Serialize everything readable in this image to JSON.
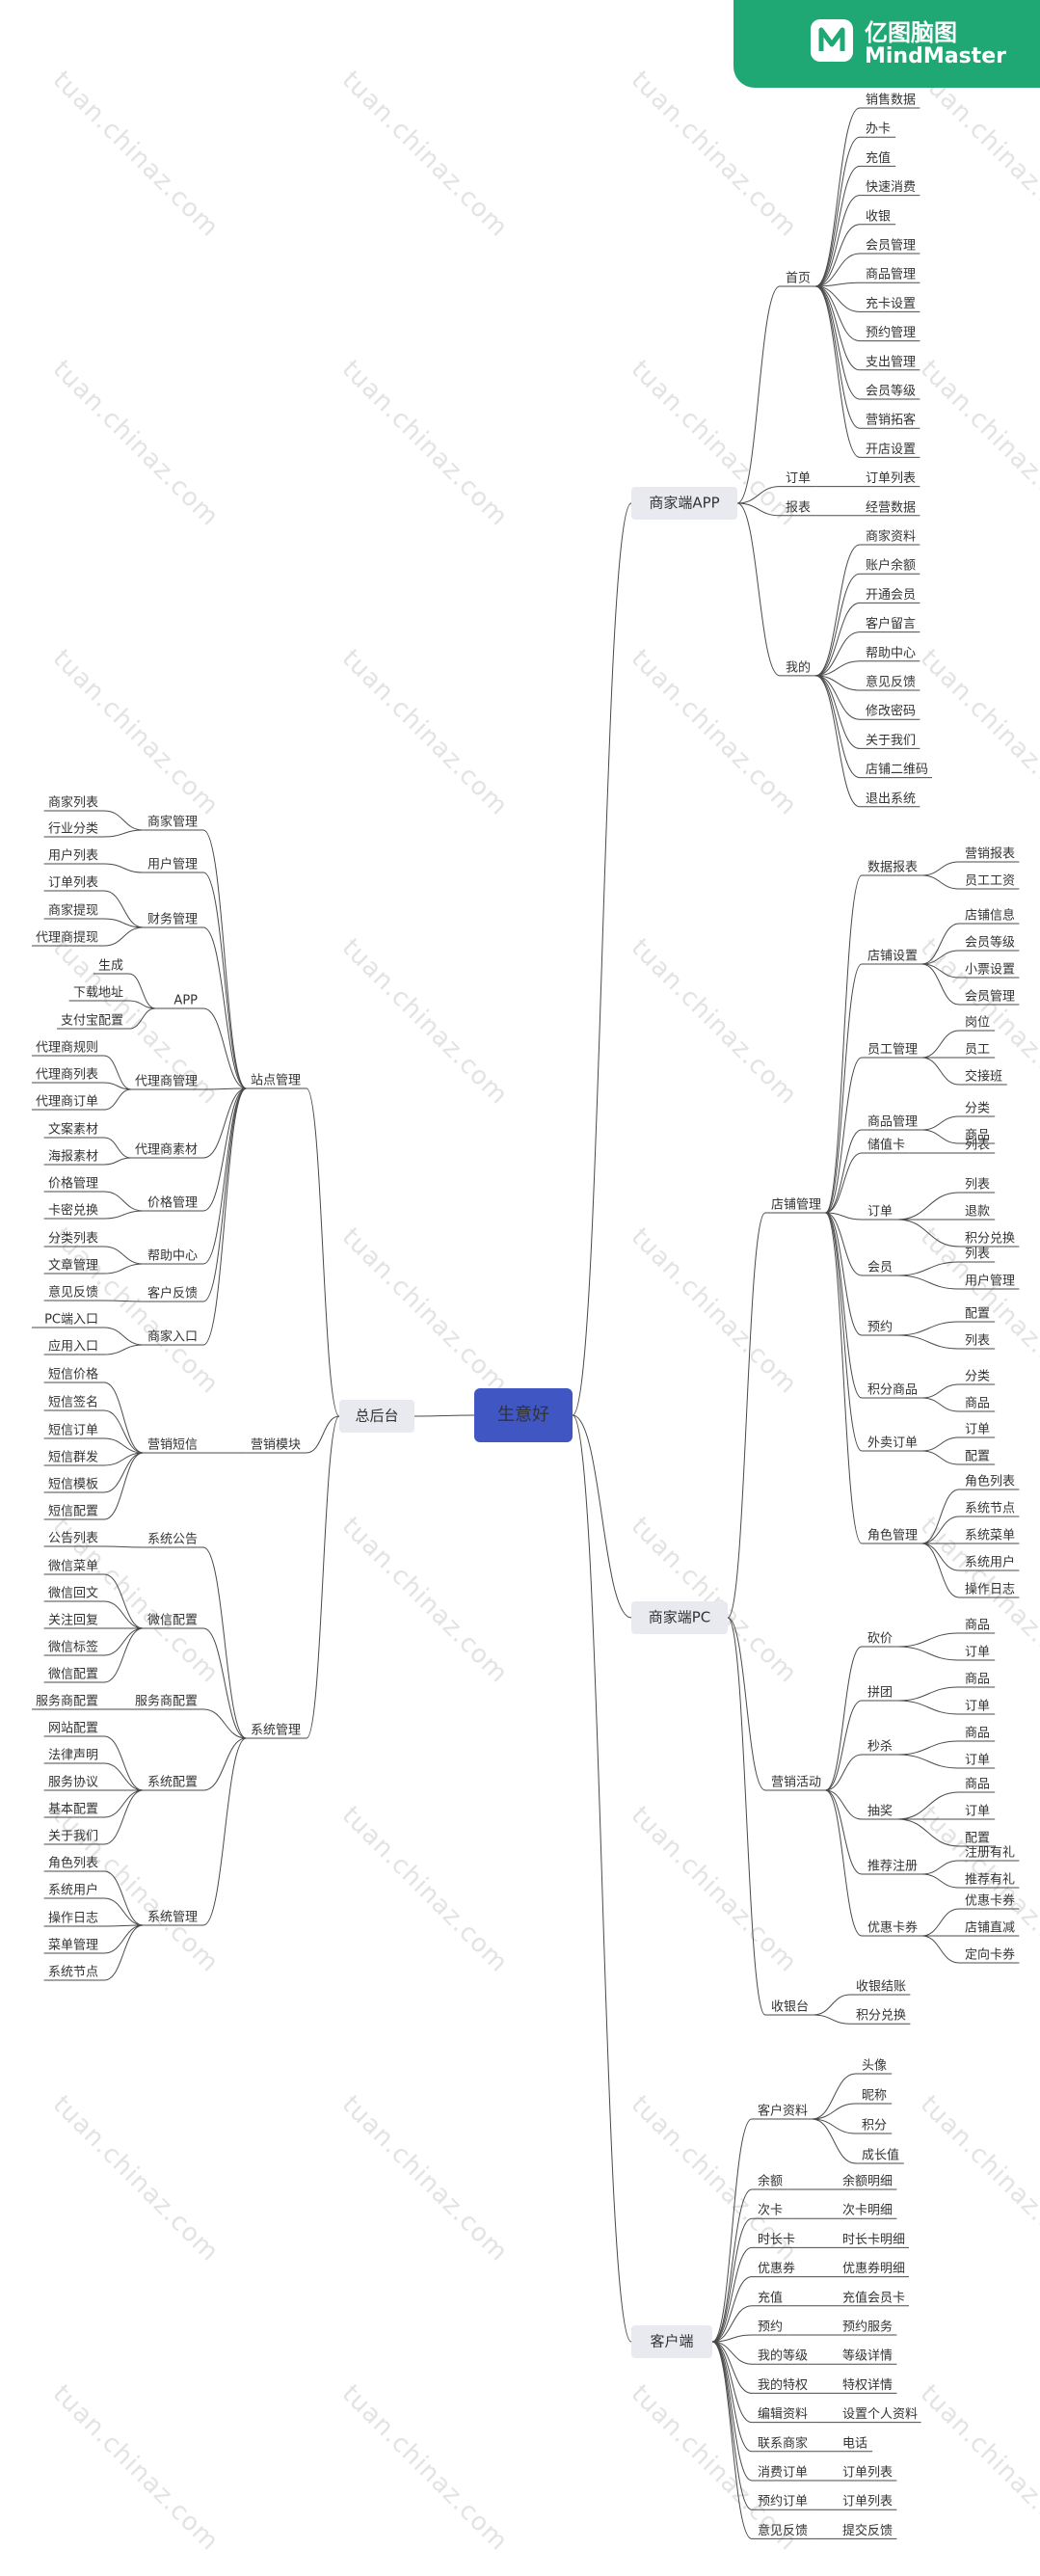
{
  "root": "生意好",
  "branches": [
    {
      "label": "商家端APP",
      "children": [
        {
          "label": "首页",
          "children": [
            "销售数据",
            "办卡",
            "充值",
            "快速消费",
            "收银",
            "会员管理",
            "商品管理",
            "充卡设置",
            "预约管理",
            "支出管理",
            "会员等级",
            "营销拓客",
            "开店设置"
          ]
        },
        {
          "label": "订单",
          "children": [
            "订单列表"
          ]
        },
        {
          "label": "报表",
          "children": [
            "经营数据"
          ]
        },
        {
          "label": "我的",
          "children": [
            "商家资料",
            "账户余额",
            "开通会员",
            "客户留言",
            "帮助中心",
            "意见反馈",
            "修改密码",
            "关于我们",
            "店铺二维码",
            "退出系统"
          ]
        }
      ]
    },
    {
      "label": "商家端PC",
      "children": [
        {
          "label": "店铺管理",
          "children": [
            {
              "label": "数据报表",
              "children": [
                "营销报表",
                "员工工资"
              ]
            },
            {
              "label": "店铺设置",
              "children": [
                "店铺信息",
                "会员等级",
                "小票设置",
                "会员管理"
              ]
            },
            {
              "label": "员工管理",
              "children": [
                "岗位",
                "员工",
                "交接班"
              ]
            },
            {
              "label": "商品管理",
              "children": [
                "分类",
                "商品"
              ]
            },
            {
              "label": "储值卡",
              "children": [
                "列表"
              ]
            },
            {
              "label": "订单",
              "children": [
                "列表",
                "退款",
                "积分兑换"
              ]
            },
            {
              "label": "会员",
              "children": [
                "列表",
                "用户管理"
              ]
            },
            {
              "label": "预约",
              "children": [
                "配置",
                "列表"
              ]
            },
            {
              "label": "积分商品",
              "children": [
                "分类",
                "商品"
              ]
            },
            {
              "label": "外卖订单",
              "children": [
                "订单",
                "配置"
              ]
            },
            {
              "label": "角色管理",
              "children": [
                "角色列表",
                "系统节点",
                "系统菜单",
                "系统用户",
                "操作日志"
              ]
            }
          ]
        },
        {
          "label": "营销活动",
          "children": [
            {
              "label": "砍价",
              "children": [
                "商品",
                "订单"
              ]
            },
            {
              "label": "拼团",
              "children": [
                "商品",
                "订单"
              ]
            },
            {
              "label": "秒杀",
              "children": [
                "商品",
                "订单"
              ]
            },
            {
              "label": "抽奖",
              "children": [
                "商品",
                "订单",
                "配置"
              ]
            },
            {
              "label": "推荐注册",
              "children": [
                "注册有礼",
                "推荐有礼"
              ]
            },
            {
              "label": "优惠卡券",
              "children": [
                "优惠卡券",
                "店铺直减",
                "定向卡券"
              ]
            }
          ]
        },
        {
          "label": "收银台",
          "children": [
            "收银结账",
            "积分兑换"
          ]
        }
      ]
    },
    {
      "label": "客户端",
      "children": [
        {
          "label": "客户资料",
          "children": [
            "头像",
            "昵称",
            "积分",
            "成长值"
          ]
        },
        {
          "label": "余额",
          "children": [
            "余额明细"
          ]
        },
        {
          "label": "次卡",
          "children": [
            "次卡明细"
          ]
        },
        {
          "label": "时长卡",
          "children": [
            "时长卡明细"
          ]
        },
        {
          "label": "优惠券",
          "children": [
            "优惠券明细"
          ]
        },
        {
          "label": "充值",
          "children": [
            "充值会员卡"
          ]
        },
        {
          "label": "预约",
          "children": [
            "预约服务"
          ]
        },
        {
          "label": "我的等级",
          "children": [
            "等级详情"
          ]
        },
        {
          "label": "我的特权",
          "children": [
            "特权详情"
          ]
        },
        {
          "label": "编辑资料",
          "children": [
            "设置个人资料"
          ]
        },
        {
          "label": "联系商家",
          "children": [
            "电话"
          ]
        },
        {
          "label": "消费订单",
          "children": [
            "订单列表"
          ]
        },
        {
          "label": "预约订单",
          "children": [
            "订单列表"
          ]
        },
        {
          "label": "意见反馈",
          "children": [
            "提交反馈"
          ]
        }
      ]
    },
    {
      "label": "总后台",
      "children": [
        {
          "label": "站点管理",
          "children": [
            {
              "label": "商家管理",
              "children": [
                "商家列表",
                "行业分类"
              ]
            },
            {
              "label": "用户管理",
              "children": [
                "用户列表"
              ]
            },
            {
              "label": "财务管理",
              "children": [
                "订单列表",
                "商家提现",
                "代理商提现"
              ]
            },
            {
              "label": "APP",
              "children": [
                "生成",
                "下载地址",
                "支付宝配置"
              ]
            },
            {
              "label": "代理商管理",
              "children": [
                "代理商规则",
                "代理商列表",
                "代理商订单"
              ]
            },
            {
              "label": "代理商素材",
              "children": [
                "文案素材",
                "海报素材"
              ]
            },
            {
              "label": "价格管理",
              "children": [
                "价格管理",
                "卡密兑换"
              ]
            },
            {
              "label": "帮助中心",
              "children": [
                "分类列表",
                "文章管理"
              ]
            },
            {
              "label": "客户反馈",
              "children": [
                "意见反馈"
              ]
            },
            {
              "label": "商家入口",
              "children": [
                "PC端入口",
                "应用入口"
              ]
            }
          ]
        },
        {
          "label": "营销模块",
          "children": [
            {
              "label": "营销短信",
              "children": [
                "短信价格",
                "短信签名",
                "短信订单",
                "短信群发",
                "短信模板",
                "短信配置"
              ]
            }
          ]
        },
        {
          "label": "系统管理",
          "children": [
            {
              "label": "系统公告",
              "children": [
                "公告列表"
              ]
            },
            {
              "label": "微信配置",
              "children": [
                "微信菜单",
                "微信回文",
                "关注回复",
                "微信标签",
                "微信配置"
              ]
            },
            {
              "label": "服务商配置",
              "children": [
                "服务商配置"
              ]
            },
            {
              "label": "系统配置",
              "children": [
                "网站配置",
                "法律声明",
                "服务协议",
                "基本配置",
                "关于我们"
              ]
            },
            {
              "label": "系统管理",
              "children": [
                "角色列表",
                "系统用户",
                "操作日志",
                "菜单管理",
                "系统节点"
              ]
            }
          ]
        }
      ]
    }
  ],
  "watermark": "tuan.chinaz.com",
  "brand": {
    "name_cn": "亿图脑图",
    "name_en": "MindMaster",
    "color": "#1fa774"
  },
  "colors": {
    "root": "#3f56c3",
    "branch": "#e8eaf0",
    "line": "#4a4a4a"
  }
}
